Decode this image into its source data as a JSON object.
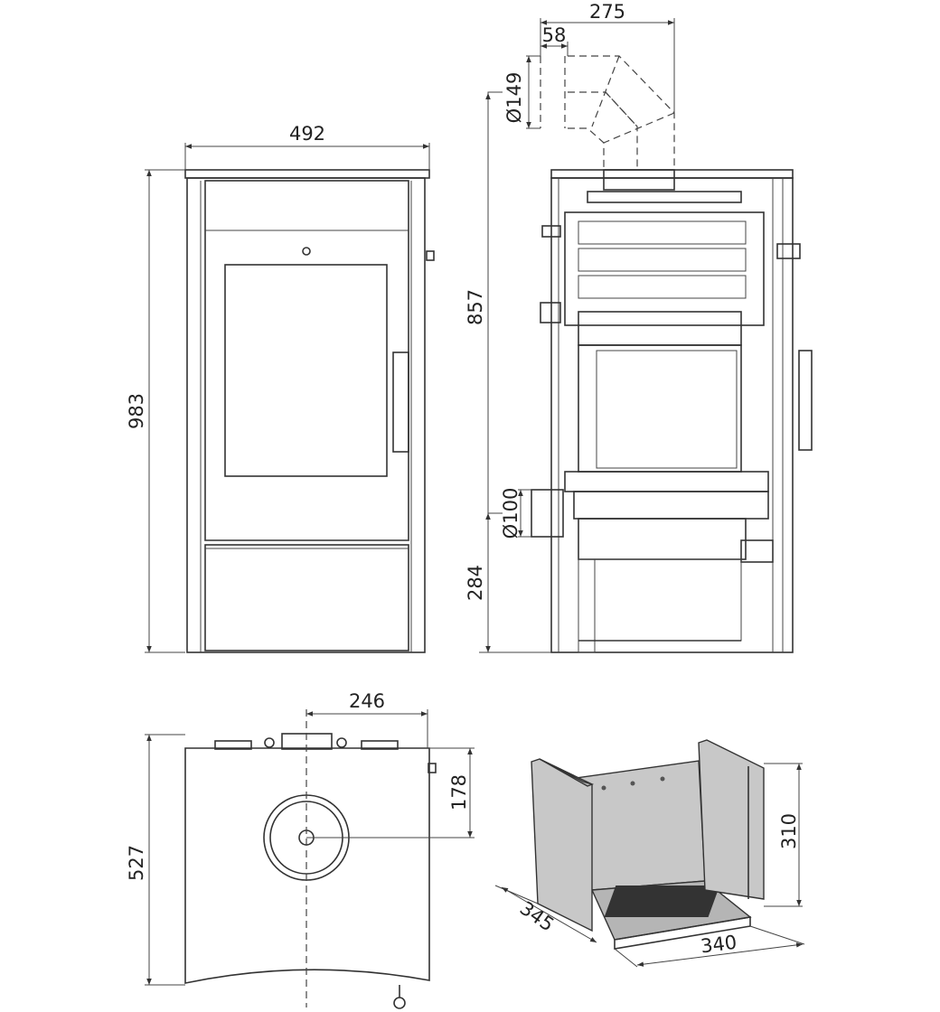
{
  "dimensions": {
    "front_width": "492",
    "front_height": "983",
    "flue_offset": "275",
    "flue_depth": "58",
    "flue_diameter_top": "Ø149",
    "flue_height_top": "857",
    "air_inlet_diameter": "Ø100",
    "air_inlet_height": "284",
    "top_offset": "246",
    "top_depth_offset": "178",
    "top_depth": "527",
    "firebox_height": "310",
    "firebox_depth": "345",
    "firebox_width": "340"
  }
}
